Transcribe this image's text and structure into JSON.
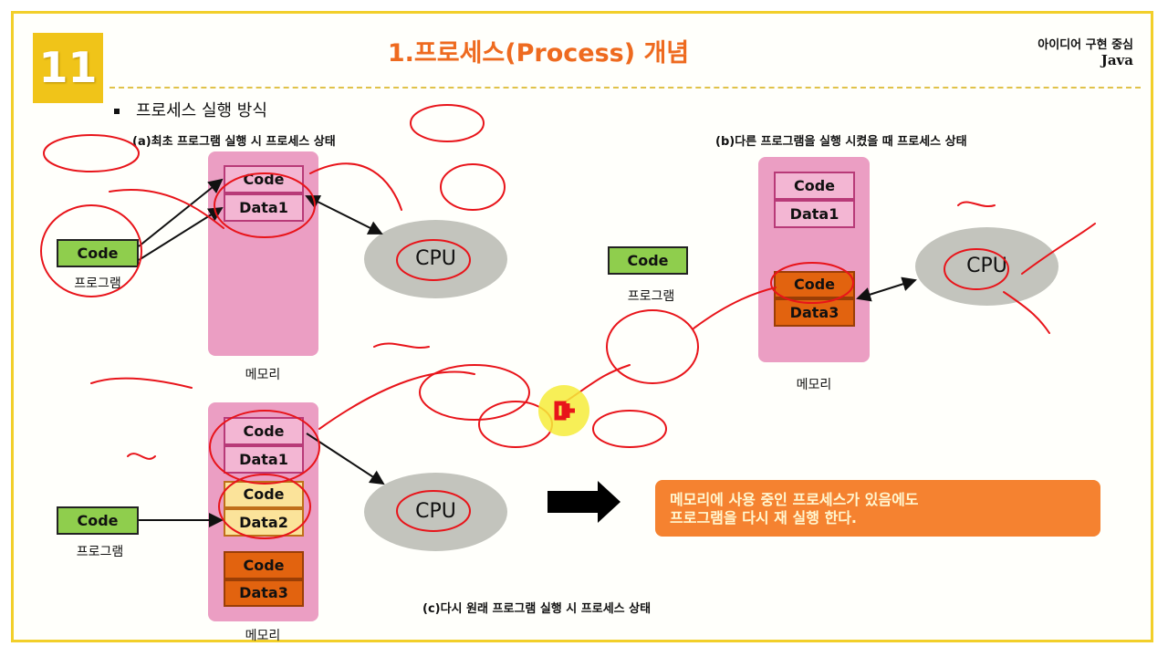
{
  "slide": {
    "number": "11",
    "title": "1.프로세스(Process) 개념",
    "series_line1": "아이디어 구현 중심",
    "series_line2": "Java",
    "bullet": "프로세스 실행 방식"
  },
  "captions": {
    "a": "(a)최초 프로그램 실행 시 프로세스 상태",
    "b": "(b)다른 프로그램을 실행 시켰을 때 프로세스 상태",
    "c": "(c)다시 원래 프로그램 실행 시 프로세스 상태"
  },
  "labels": {
    "code": "Code",
    "data1": "Data1",
    "data2": "Data2",
    "data3": "Data3",
    "cpu": "CPU",
    "program": "프로그램",
    "memory": "메모리"
  },
  "note": {
    "line1": "메모리에 사용 중인 프로세스가 있음에도",
    "line2": "프로그램을 다시 재 실행 한다."
  },
  "colors": {
    "frame": "#f2cf2a",
    "badge": "#f0c419",
    "title": "#ee6a1f",
    "memory": "#eb9ec3",
    "program": "#8fce4d",
    "cpu": "#c3c4bd",
    "note": "#f58230",
    "ink": "#e8141a"
  }
}
